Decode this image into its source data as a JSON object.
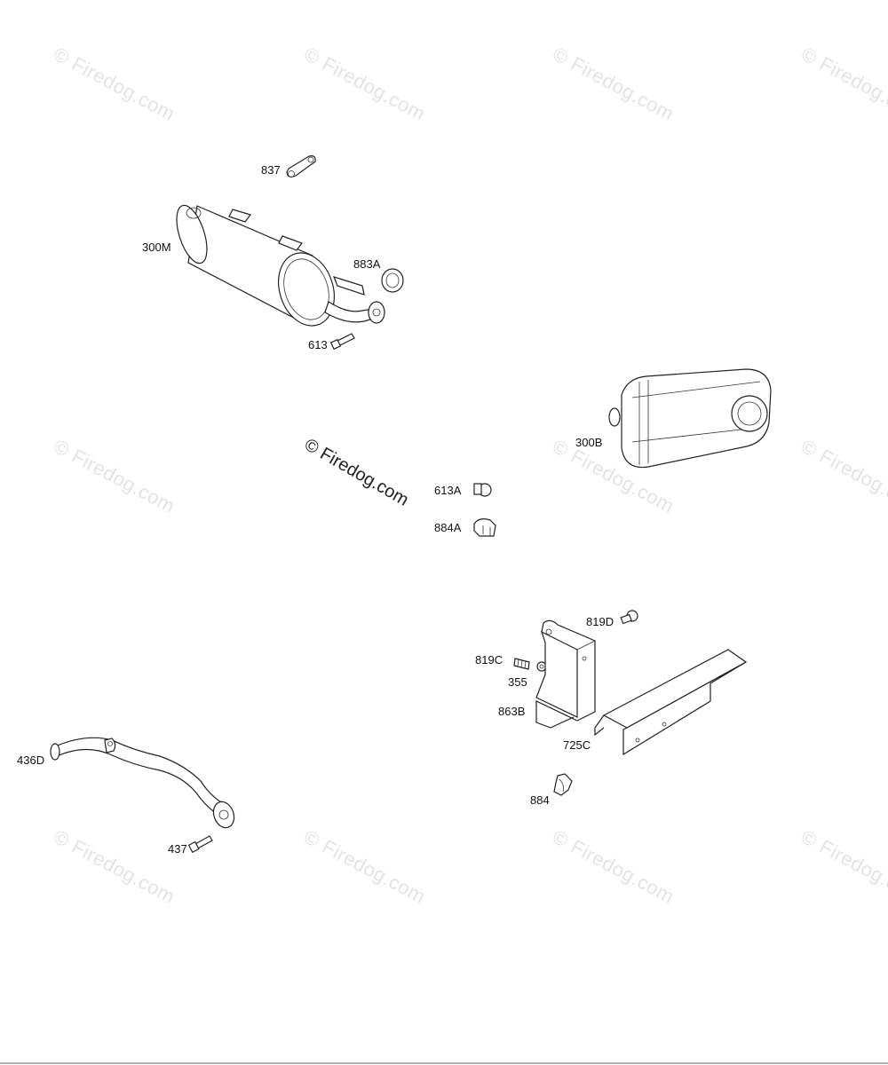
{
  "watermark": {
    "text": "© Firedog.com"
  },
  "parts": {
    "p837": "837",
    "p300M": "300M",
    "p883A": "883A",
    "p613": "613",
    "p300B": "300B",
    "p613A": "613A",
    "p884A": "884A",
    "p819D": "819D",
    "p819C": "819C",
    "p355": "355",
    "p863B": "863B",
    "p725C": "725C",
    "p884": "884",
    "p436D": "436D",
    "p437": "437"
  }
}
